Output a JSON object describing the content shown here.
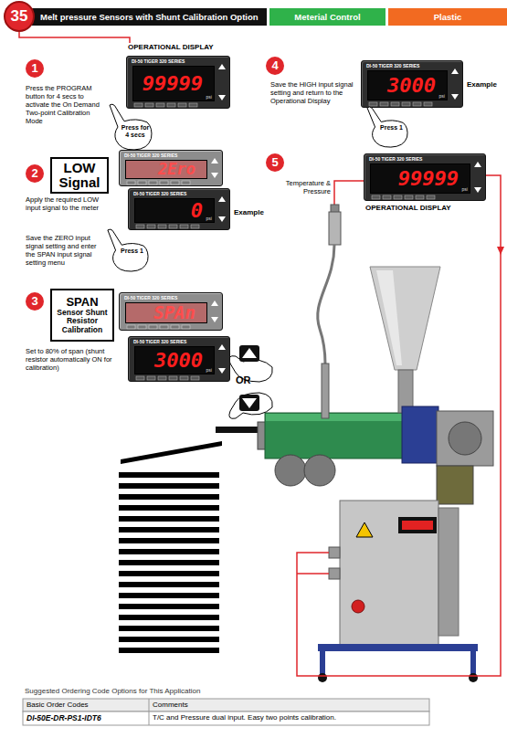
{
  "diagram": {
    "nodes": [
      {
        "text": [
          "35"
        ]
      },
      {
        "text": [
          "Melt pressure Sensors with Shunt Calibration Option"
        ]
      },
      {
        "text": [
          "Meterial Control"
        ]
      },
      {
        "text": [
          "Plastic"
        ]
      },
      {
        "text": [
          "1"
        ]
      },
      {
        "text": [
          "OPERATIONAL DISPLAY",
          "DI-50 TIGER 320 SERIES",
          "99999",
          "psi"
        ]
      },
      {
        "text": [
          "Press for 4 secs"
        ]
      },
      {
        "text": [
          "2"
        ]
      },
      {
        "text": [
          "LOW Signal"
        ]
      },
      {
        "text": [
          "DI-50 TIGER 320 SERIES",
          "2Ero"
        ]
      },
      {
        "text": [
          "DI-50 TIGER 320 SERIES",
          "0",
          "psi"
        ]
      },
      {
        "text": [
          "Press 1"
        ]
      },
      {
        "text": [
          "3"
        ]
      },
      {
        "text": [
          "SPAN",
          "Sensor Shunt Resistor Calibration"
        ]
      },
      {
        "text": [
          "DI-50 TIGER 320 SERIES",
          "SPAn"
        ]
      },
      {
        "text": [
          "DI-50 TIGER 320 SERIES",
          "3000",
          "psi"
        ]
      },
      {
        "text": [
          "4"
        ]
      },
      {
        "text": [
          "DI-50 TIGER 320 SERIES",
          "3000",
          "psi"
        ]
      },
      {
        "text": [
          "Press 1"
        ]
      },
      {
        "text": [
          "5"
        ]
      },
      {
        "text": [
          "DI-50 TIGER 320 SERIES",
          "99999",
          "psi",
          "OPERATIONAL DISPLAY"
        ]
      }
    ],
    "edges": [
      {
        "from": 0,
        "to": 5,
        "arrow": "none"
      }
    ],
    "labels": [
      "Press the PROGRAM button for 4 secs to activate the On Demand Two-point Calibration Mode",
      "Apply the required LOW input signal to the meter",
      "Example",
      "Save the ZERO input signal setting and enter the SPAN input signal setting menu",
      "Set to 80% of span (shunt resistor automatically ON for calibration)",
      "OR",
      "Save the HIGH input signal setting and return to the Operational Display",
      "Example",
      "Temperature & Pressure",
      "Suggested Ordering Code Options for This Application",
      "Basic Order Codes",
      "Comments",
      "DI-50E-DR-PS1-IDT6",
      "T/C and Pressure dual input. Easy two points calibration."
    ]
  }
}
